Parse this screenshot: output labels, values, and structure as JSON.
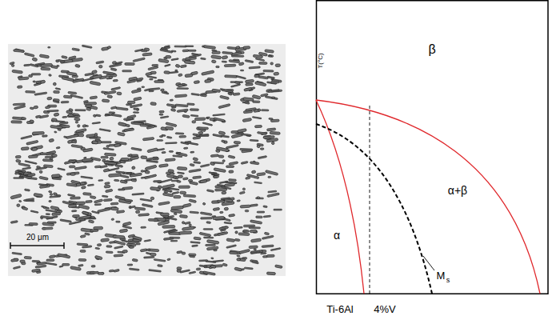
{
  "diagram": {
    "labels": [
      "20 μm",
      "T(°C)",
      "β",
      "α+β",
      "α",
      "M",
      "s",
      "Ti-6Al",
      "4%V"
    ]
  }
}
